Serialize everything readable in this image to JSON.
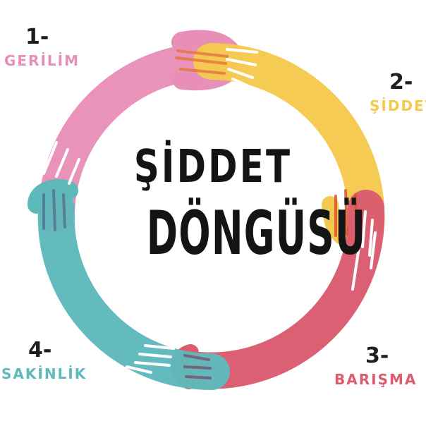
{
  "title": {
    "line1": "ŞİDDET",
    "line2": "DÖNGÜSÜ"
  },
  "stages": [
    {
      "number": "1-",
      "name": "GERİLİM",
      "color": "#e88fb8"
    },
    {
      "number": "2-",
      "name": "ŞİDDET",
      "color": "#f5c94d"
    },
    {
      "number": "3-",
      "name": "BARIŞMA",
      "color": "#db5b6f"
    },
    {
      "number": "4-",
      "name": "SAKİNLİK",
      "color": "#5fb9bb"
    }
  ],
  "colors": {
    "text": "#141414",
    "arm_pink": "#e88fb8",
    "arm_yellow": "#f5c94d",
    "arm_red": "#db5b6f",
    "arm_teal": "#5fb9bb"
  }
}
